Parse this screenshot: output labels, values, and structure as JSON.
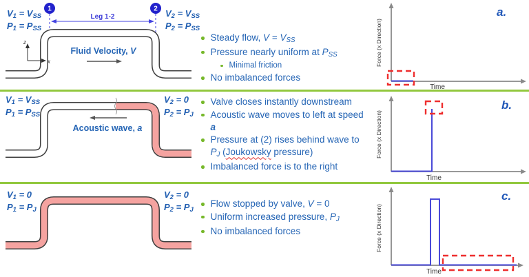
{
  "palette": {
    "text_blue": "#2565b5",
    "marker_blue": "#2222cc",
    "dimension_blue": "#4343e0",
    "bullet_green": "#76b82a",
    "separator_green": "#92c83e",
    "pipe_pink": "#f5a3a0",
    "pipe_outline": "#3f3f3f",
    "graph_line_blue": "#4a4ad8",
    "highlight_red": "#ee2e2e",
    "axis_gray": "#8a8a8a"
  },
  "rows": [
    {
      "graph": {
        "label": "a.",
        "ylabel": "Force (x Direction)",
        "xlabel": "Time",
        "profile": "force stays at zero for all time",
        "highlight": "red dashed box around zero-force segment at origin"
      },
      "corners": {
        "left": [
          {
            "b": "V",
            "s": "1",
            "eq": " = ",
            "rb": "V",
            "rs": "SS"
          },
          {
            "b": "P",
            "s": "1",
            "eq": " = ",
            "rb": "P",
            "rs": "SS"
          }
        ],
        "right": [
          {
            "b": "V",
            "s": "2",
            "eq": " = ",
            "rb": "V",
            "rs": "SS"
          },
          {
            "b": "P",
            "s": "2",
            "eq": " = ",
            "rb": "P",
            "rs": "SS"
          }
        ]
      },
      "pipe": {
        "markers": [
          "1",
          "2"
        ],
        "leg": "Leg 1-2",
        "velocity": {
          "prefix": "Fluid Velocity, ",
          "var": "V"
        },
        "axes": {
          "up": "z",
          "right": "x"
        }
      },
      "bullets": [
        {
          "level": 1,
          "segs": [
            [
              "Steady flow, ",
              "n"
            ],
            [
              "V",
              "i"
            ],
            [
              " = ",
              "n"
            ],
            [
              "V",
              "i"
            ],
            [
              "SS",
              "is"
            ]
          ]
        },
        {
          "level": 1,
          "segs": [
            [
              "Pressure nearly uniform at ",
              "n"
            ],
            [
              "P",
              "i"
            ],
            [
              "SS",
              "is"
            ]
          ]
        },
        {
          "level": 2,
          "segs": [
            [
              "Minimal friction",
              "n"
            ]
          ]
        },
        {
          "level": 1,
          "segs": [
            [
              "No imbalanced forces",
              "n"
            ]
          ]
        }
      ]
    },
    {
      "graph": {
        "label": "b.",
        "ylabel": "Force (x Direction)",
        "xlabel": "Time",
        "profile": "zero, then instantaneous step up when valve closes",
        "highlight": "red dashed box at top of the force step"
      },
      "corners": {
        "left": [
          {
            "b": "V",
            "s": "1",
            "eq": " = ",
            "rb": "V",
            "rs": "SS"
          },
          {
            "b": "P",
            "s": "1",
            "eq": " = ",
            "rb": "P",
            "rs": "SS"
          }
        ],
        "right": [
          {
            "b": "V",
            "s": "2",
            "eq": " = ",
            "rb": "0",
            "rs": ""
          },
          {
            "b": "P",
            "s": "2",
            "eq": " = ",
            "rb": "P",
            "rs": "J"
          }
        ]
      },
      "pipe": {
        "wave": {
          "prefix": "Acoustic wave, ",
          "var": "a"
        }
      },
      "bullets": [
        {
          "level": 1,
          "segs": [
            [
              "Valve closes instantly downstream",
              "n"
            ]
          ]
        },
        {
          "level": 1,
          "segs": [
            [
              "Acoustic wave moves to left at speed ",
              "n"
            ],
            [
              "a",
              "ib"
            ]
          ]
        },
        {
          "level": 1,
          "segs": [
            [
              "Pressure at (2) rises behind wave to ",
              "n"
            ],
            [
              "P",
              "i"
            ],
            [
              "J",
              "is"
            ],
            [
              " (",
              "n"
            ],
            [
              "Joukowsky",
              "sp"
            ],
            [
              " pressure)",
              "n"
            ]
          ]
        },
        {
          "level": 1,
          "segs": [
            [
              "Imbalanced force is to the right",
              "n"
            ]
          ]
        }
      ]
    },
    {
      "graph": {
        "label": "c.",
        "ylabel": "Force (x Direction)",
        "xlabel": "Time",
        "profile": "zero, brief rectangular pulse, then zero again",
        "highlight": "red dashed box around post-pulse zero-force region"
      },
      "corners": {
        "left": [
          {
            "b": "V",
            "s": "1",
            "eq": " = ",
            "rb": "0",
            "rs": ""
          },
          {
            "b": "P",
            "s": "1",
            "eq": " = ",
            "rb": "P",
            "rs": "J"
          }
        ],
        "right": [
          {
            "b": "V",
            "s": "2",
            "eq": " = ",
            "rb": "0",
            "rs": ""
          },
          {
            "b": "P",
            "s": "2",
            "eq": " = ",
            "rb": "P",
            "rs": "J"
          }
        ]
      },
      "pipe": {},
      "bullets": [
        {
          "level": 1,
          "segs": [
            [
              "Flow stopped by valve, ",
              "n"
            ],
            [
              "V",
              "i"
            ],
            [
              " = 0",
              "n"
            ]
          ]
        },
        {
          "level": 1,
          "segs": [
            [
              "Uniform increased pressure, ",
              "n"
            ],
            [
              "P",
              "i"
            ],
            [
              "J",
              "is"
            ]
          ]
        },
        {
          "level": 1,
          "segs": [
            [
              "No imbalanced forces",
              "n"
            ]
          ]
        }
      ]
    }
  ]
}
